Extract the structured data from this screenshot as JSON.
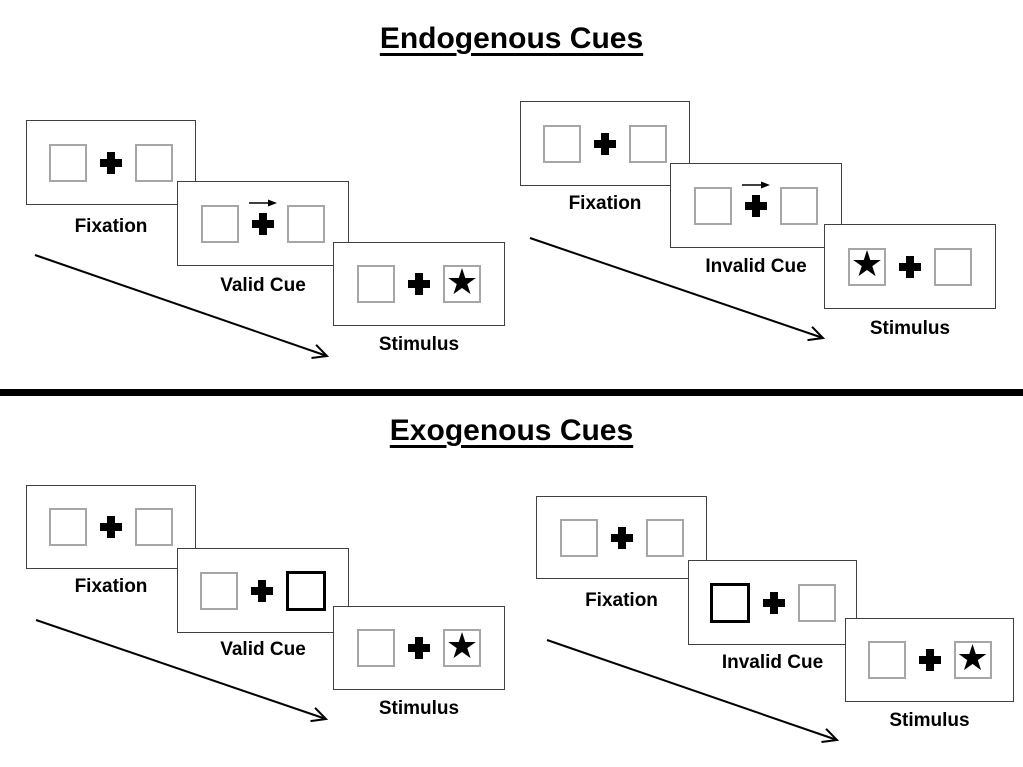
{
  "colors": {
    "background": "#ffffff",
    "ink": "#000000",
    "card_border": "#404040",
    "box_border": "#a6a6a6",
    "cue_box_border": "#000000",
    "divider": "#000000"
  },
  "icons": {
    "star": "★",
    "fixation_cross": "plus-cross",
    "cue_arrow": "right-arrow"
  },
  "sections": [
    {
      "id": "endogenous",
      "title": "Endogenous Cues",
      "panels": [
        {
          "id": "endogenous-valid",
          "cards": [
            {
              "label": "Fixation",
              "type": "fixation",
              "left_box": "empty",
              "right_box": "empty"
            },
            {
              "label": "Valid Cue",
              "type": "arrow-cue",
              "cue": "arrow-pointing-right-above-fixation-cross",
              "left_box": "empty",
              "right_box": "empty"
            },
            {
              "label": "Stimulus",
              "type": "stimulus",
              "left_box": "empty",
              "right_box": "star"
            }
          ]
        },
        {
          "id": "endogenous-invalid",
          "cards": [
            {
              "label": "Fixation",
              "type": "fixation",
              "left_box": "empty",
              "right_box": "empty"
            },
            {
              "label": "Invalid Cue",
              "type": "arrow-cue",
              "cue": "arrow-pointing-right-above-fixation-cross",
              "left_box": "empty",
              "right_box": "empty"
            },
            {
              "label": "Stimulus",
              "type": "stimulus",
              "left_box": "star",
              "right_box": "empty"
            }
          ]
        }
      ]
    },
    {
      "id": "exogenous",
      "title": "Exogenous Cues",
      "panels": [
        {
          "id": "exogenous-valid",
          "cards": [
            {
              "label": "Fixation",
              "type": "fixation",
              "left_box": "empty",
              "right_box": "empty"
            },
            {
              "label": "Valid Cue",
              "type": "highlight-cue",
              "cue": "thick-border-right-box",
              "left_box": "empty",
              "right_box": "highlighted"
            },
            {
              "label": "Stimulus",
              "type": "stimulus",
              "left_box": "empty",
              "right_box": "star"
            }
          ]
        },
        {
          "id": "exogenous-invalid",
          "cards": [
            {
              "label": "Fixation",
              "type": "fixation",
              "left_box": "empty",
              "right_box": "empty"
            },
            {
              "label": "Invalid Cue",
              "type": "highlight-cue",
              "cue": "thick-border-left-box",
              "left_box": "highlighted",
              "right_box": "empty"
            },
            {
              "label": "Stimulus",
              "type": "stimulus",
              "left_box": "empty",
              "right_box": "star"
            }
          ]
        }
      ]
    }
  ]
}
